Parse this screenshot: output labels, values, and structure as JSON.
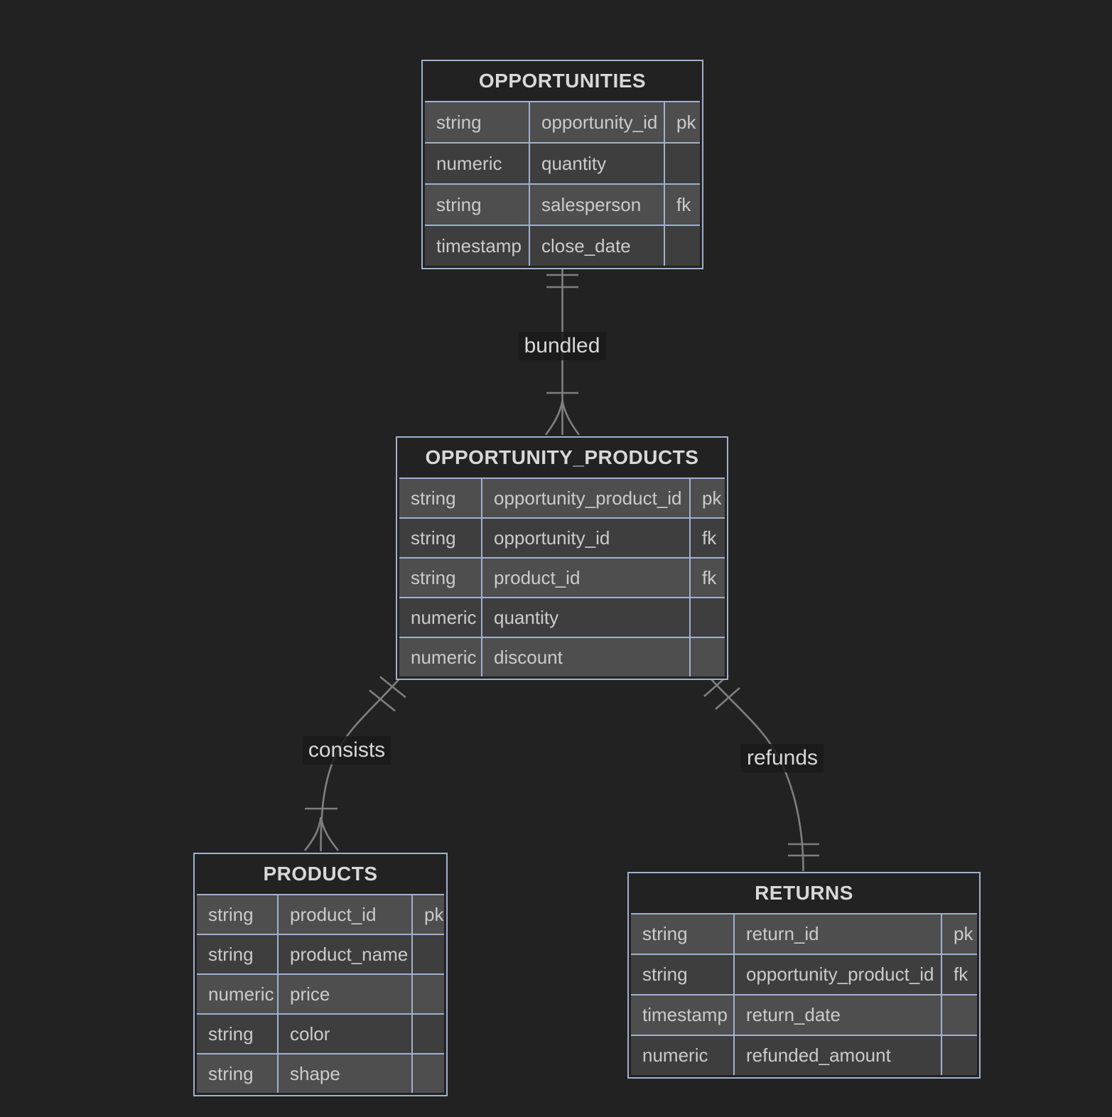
{
  "diagram": {
    "kind": "entity-relationship-diagram",
    "colors": {
      "background": "#222222",
      "table_border": "#9fb1ce",
      "row_light": "#4e4e4e",
      "row_dark": "#3e3e3e",
      "relationship_line": "#7f7f7f",
      "text": "#cbcbcb"
    },
    "entities": [
      {
        "name": "OPPORTUNITIES",
        "columns": [
          {
            "type": "string",
            "name": "opportunity_id",
            "key": "pk"
          },
          {
            "type": "numeric",
            "name": "quantity",
            "key": ""
          },
          {
            "type": "string",
            "name": "salesperson",
            "key": "fk"
          },
          {
            "type": "timestamp",
            "name": "close_date",
            "key": ""
          }
        ]
      },
      {
        "name": "OPPORTUNITY_PRODUCTS",
        "columns": [
          {
            "type": "string",
            "name": "opportunity_product_id",
            "key": "pk"
          },
          {
            "type": "string",
            "name": "opportunity_id",
            "key": "fk"
          },
          {
            "type": "string",
            "name": "product_id",
            "key": "fk"
          },
          {
            "type": "numeric",
            "name": "quantity",
            "key": ""
          },
          {
            "type": "numeric",
            "name": "discount",
            "key": ""
          }
        ]
      },
      {
        "name": "PRODUCTS",
        "columns": [
          {
            "type": "string",
            "name": "product_id",
            "key": "pk"
          },
          {
            "type": "string",
            "name": "product_name",
            "key": ""
          },
          {
            "type": "numeric",
            "name": "price",
            "key": ""
          },
          {
            "type": "string",
            "name": "color",
            "key": ""
          },
          {
            "type": "string",
            "name": "shape",
            "key": ""
          }
        ]
      },
      {
        "name": "RETURNS",
        "columns": [
          {
            "type": "string",
            "name": "return_id",
            "key": "pk"
          },
          {
            "type": "string",
            "name": "opportunity_product_id",
            "key": "fk"
          },
          {
            "type": "timestamp",
            "name": "return_date",
            "key": ""
          },
          {
            "type": "numeric",
            "name": "refunded_amount",
            "key": ""
          }
        ]
      }
    ],
    "relationships": [
      {
        "label": "bundled",
        "from": "OPPORTUNITIES",
        "to": "OPPORTUNITY_PRODUCTS",
        "from_cardinality": "exactly-one",
        "to_cardinality": "one-or-many"
      },
      {
        "label": "consists",
        "from": "OPPORTUNITY_PRODUCTS",
        "to": "PRODUCTS",
        "from_cardinality": "exactly-one",
        "to_cardinality": "one-or-many"
      },
      {
        "label": "refunds",
        "from": "OPPORTUNITY_PRODUCTS",
        "to": "RETURNS",
        "from_cardinality": "exactly-one",
        "to_cardinality": "exactly-one"
      }
    ]
  }
}
